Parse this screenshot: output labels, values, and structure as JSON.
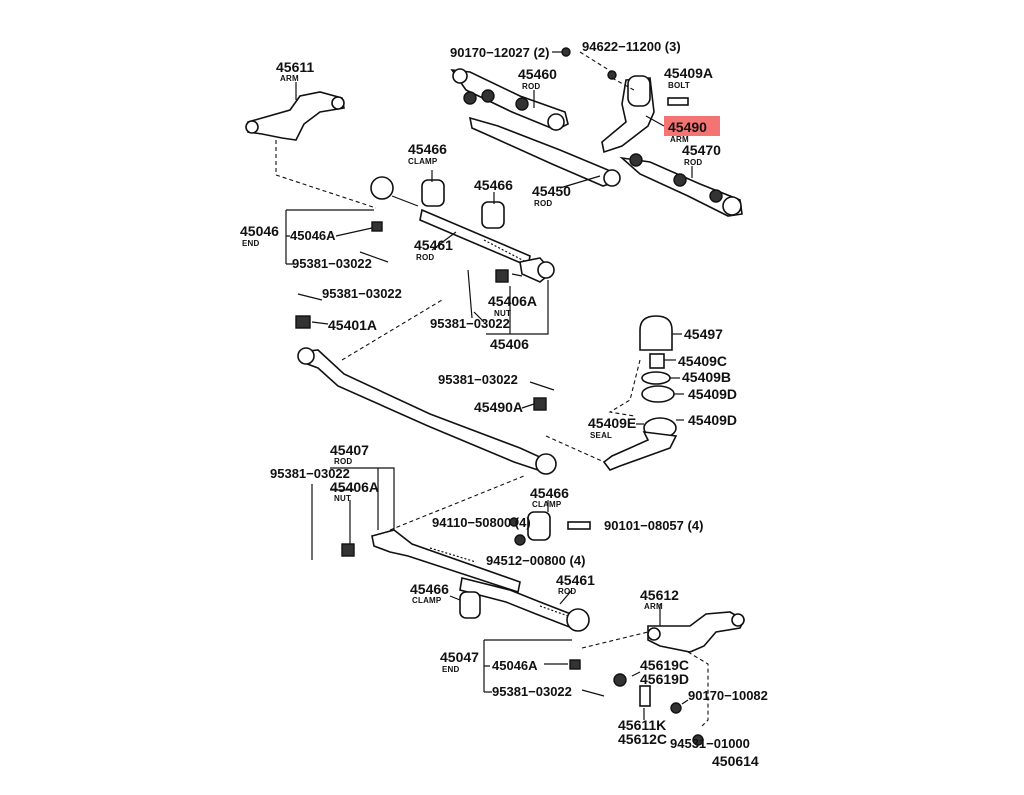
{
  "diagram": {
    "highlight": {
      "part": "45490",
      "color": "#f25a5a"
    },
    "labels": {
      "p90170_12027": "90170−12027 (2)",
      "p94622_11200": "94622−11200 (3)",
      "p45460": "45460",
      "p45460_sub": "ROD",
      "p45409A_top": "45409A",
      "p45409A_top_sub": "BOLT",
      "p45490": "45490",
      "p45490_sub": "ARM",
      "p45470": "45470",
      "p45470_sub": "ROD",
      "p45450": "45450",
      "p45450_sub": "ROD",
      "p45611": "45611",
      "p45611_sub": "ARM",
      "p45466_clamp1": "45466",
      "p45466_clamp1_sub": "CLAMP",
      "p45466_b": "45466",
      "p45046": "45046",
      "p45046_sub": "END",
      "p45046A_1": "45046A",
      "p95381_1": "95381−03022",
      "p45461_1": "45461",
      "p45461_1_sub": "ROD",
      "p95381_2": "95381−03022",
      "p45406A_1": "45406A",
      "p45406A_1_sub": "NUT",
      "p45401A": "45401A",
      "p95381_3": "95381−03022",
      "p45406": "45406",
      "p45497": "45497",
      "p45409C": "45409C",
      "p45409B": "45409B",
      "p45409D_1": "45409D",
      "p95381_4": "95381−03022",
      "p45490A": "45490A",
      "p45409E": "45409E",
      "p45409E_sub": "SEAL",
      "p45409D_2": "45409D",
      "p45407": "45407",
      "p45407_sub": "ROD",
      "p95381_5": "95381−03022",
      "p45406A_2": "45406A",
      "p45406A_2_sub": "NUT",
      "p45466_clamp2": "45466",
      "p45466_clamp2_sub": "CLAMP",
      "p94110": "94110−50800 (4)",
      "p90101": "90101−08057 (4)",
      "p94512": "94512−00800 (4)",
      "p45461_2": "45461",
      "p45461_2_sub": "ROD",
      "p45466_clamp3": "45466",
      "p45466_clamp3_sub": "CLAMP",
      "p45612": "45612",
      "p45612_sub": "ARM",
      "p45047": "45047",
      "p45047_sub": "END",
      "p45046A_2": "45046A",
      "p45619C": "45619C",
      "p45619D": "45619D",
      "p95381_6": "95381−03022",
      "p90170_10082": "90170−10082",
      "p45611K": "45611K",
      "p45612C": "45612C",
      "p94531": "94531−01000",
      "p450614": "450614"
    }
  }
}
